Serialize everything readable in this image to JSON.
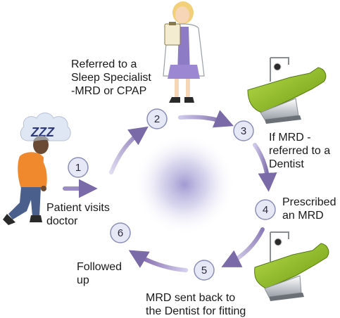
{
  "colors": {
    "arrow": "#7b6aa8",
    "step_fill": "#e6e8f6",
    "step_stroke": "#8a8fb8",
    "center_glow": "#8078c2",
    "chair_green": "#8cbc1e"
  },
  "steps": [
    {
      "number": "1",
      "label": "Patient visits\ndoctor"
    },
    {
      "number": "2",
      "label": "Referred to a\nSleep Specialist\n-MRD or CPAP"
    },
    {
      "number": "3",
      "label": "If MRD -\nreferred to a\nDentist"
    },
    {
      "number": "4",
      "label": "Prescribed\nan MRD"
    },
    {
      "number": "5",
      "label": "MRD sent back to\nthe Dentist for fitting"
    },
    {
      "number": "6",
      "label": "Followed\nup"
    }
  ],
  "illustrations": {
    "sleepy_patient": {
      "icon": "sleepy-man-icon",
      "text": "ZZZ"
    },
    "sleep_specialist": {
      "icon": "doctor-with-clipboard-icon"
    },
    "dental_chair_top": {
      "icon": "dental-chair-icon"
    },
    "dental_chair_bottom": {
      "icon": "dental-chair-icon"
    }
  }
}
